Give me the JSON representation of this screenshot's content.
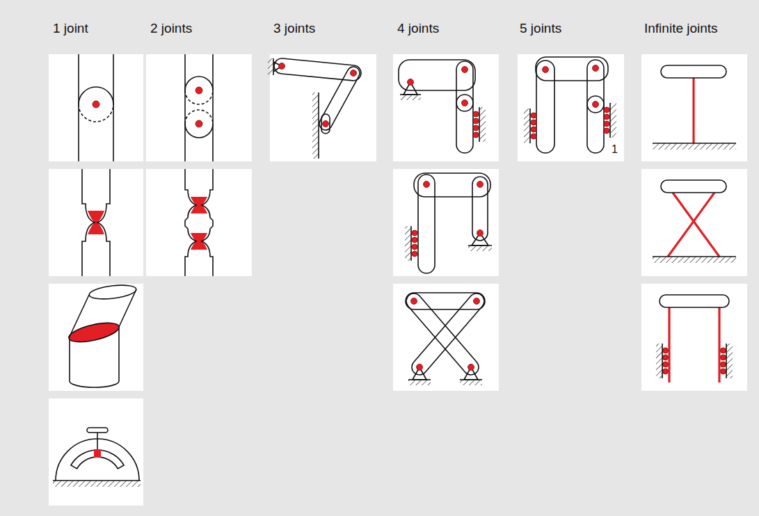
{
  "diagram": {
    "labels": [
      "1 joint",
      "2 joints",
      "3 joints",
      "4 joints",
      "5 joints",
      "Infinite joints",
      "1"
    ]
  }
}
